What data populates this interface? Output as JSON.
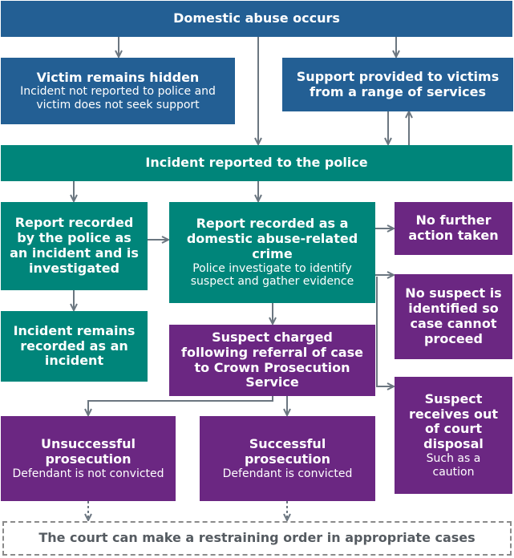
{
  "boxes": {
    "occurs": {
      "title": "Domestic abuse occurs"
    },
    "hidden": {
      "title": "Victim remains hidden",
      "sub": "Incident not reported to police and victim does not seek support"
    },
    "support": {
      "title": "Support provided to victims from a range of services"
    },
    "reported": {
      "title": "Incident reported to the police"
    },
    "recorded_incident": {
      "title": "Report recorded by the police as an incident and is investigated"
    },
    "recorded_crime": {
      "title": "Report recorded as a domestic abuse-related crime",
      "sub": "Police investigate to identify suspect and gather evidence"
    },
    "no_further": {
      "title": "No further action taken"
    },
    "no_suspect": {
      "title": "No suspect is identified so case cannot proceed"
    },
    "remains_incident": {
      "title": "Incident remains recorded as an incident"
    },
    "charged": {
      "title": "Suspect charged following referral of case to Crown Prosecution Service"
    },
    "out_of_court": {
      "title": "Suspect receives out of court disposal",
      "sub": "Such as a caution"
    },
    "unsuccessful": {
      "title": "Unsuccessful prosecution",
      "sub": "Defendant is not convicted"
    },
    "successful": {
      "title": "Successful prosecution",
      "sub": "Defendant is convicted"
    },
    "restraining": {
      "title": "The court can make a restraining order in appropriate cases"
    }
  },
  "colors": {
    "blue": "#235f94",
    "teal": "#00857a",
    "purple": "#6b2782",
    "arrow": "#6b7680"
  }
}
